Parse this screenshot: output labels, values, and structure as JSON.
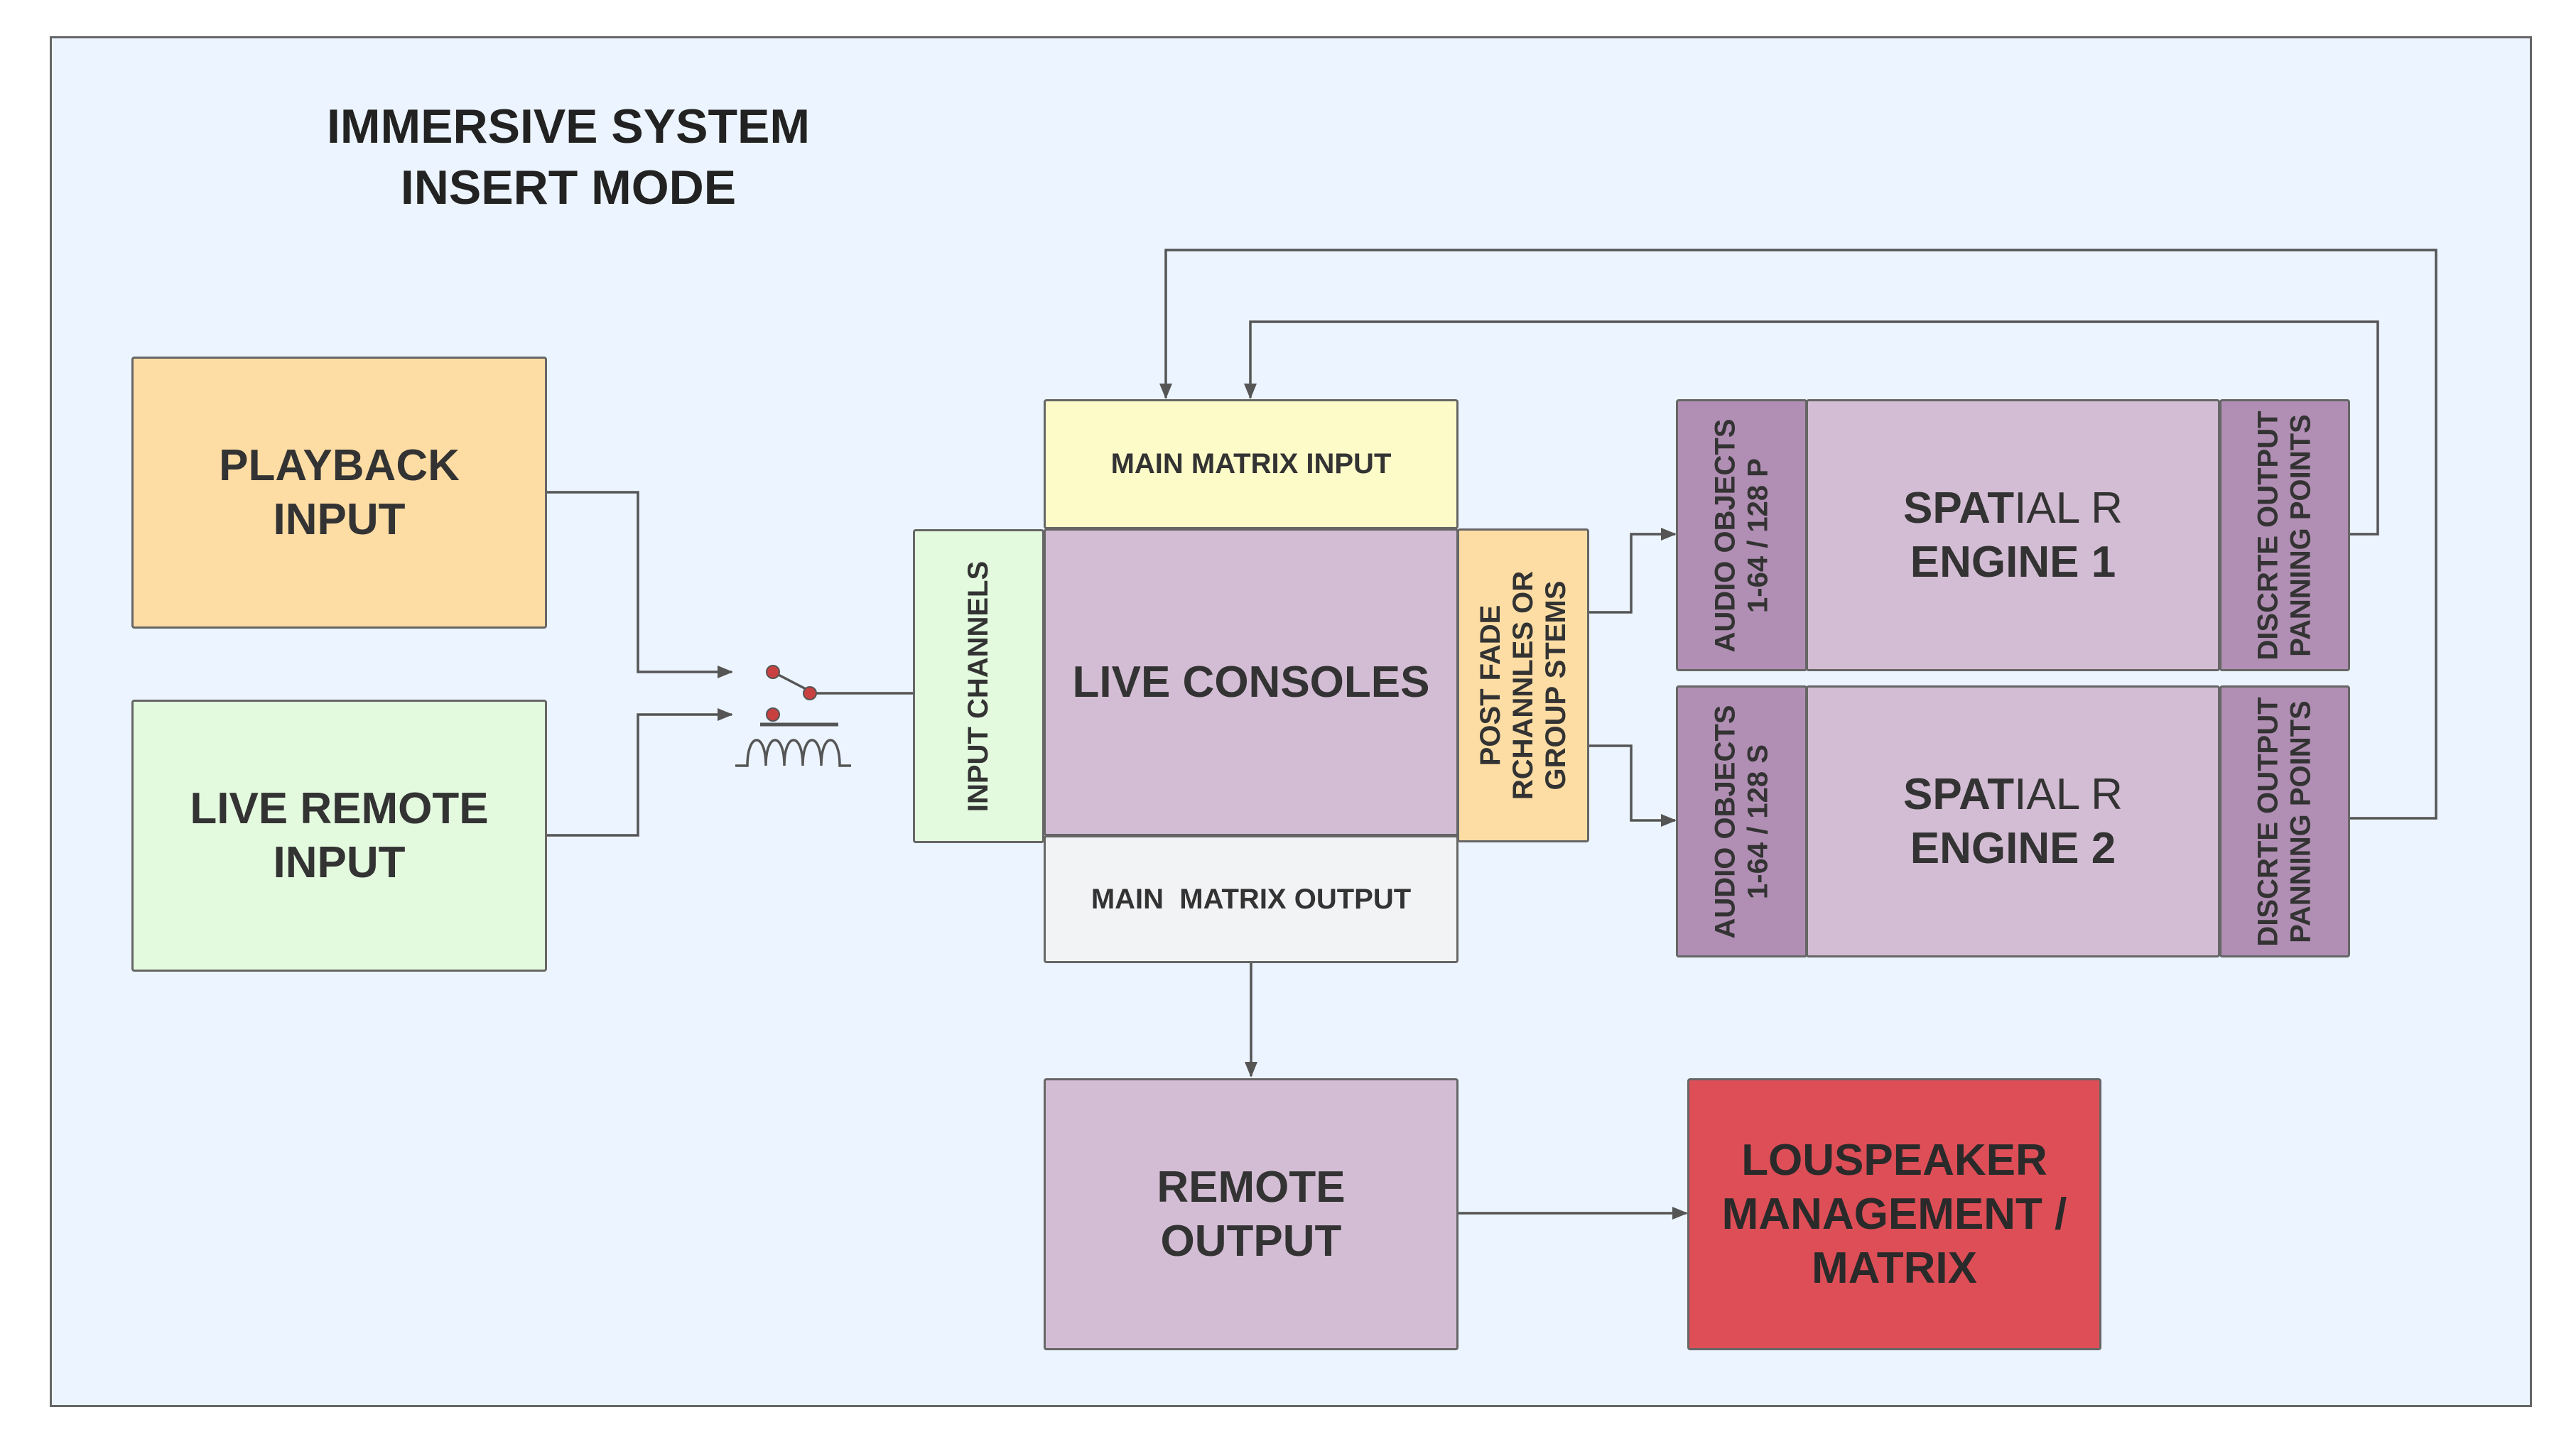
{
  "title": {
    "line1": "IMMERSIVE SYSTEM",
    "line2": "INSERT MODE"
  },
  "inputs": {
    "playback": {
      "line1": "PLAYBACK",
      "line2": "INPUT"
    },
    "live_remote": {
      "line1": "LIVE REMOTE",
      "line2": "INPUT"
    }
  },
  "console": {
    "main_matrix_input": "MAIN MATRIX INPUT",
    "input_channels": "INPUT CHANNELS",
    "live_consoles": "LIVE CONSOLES",
    "post_fade": {
      "line1": "POST FADE",
      "line2": "RCHANNLES OR",
      "line3": "GROUP STEMS"
    },
    "main_matrix_output": "MAIN  MATRIX OUTPUT"
  },
  "engines": [
    {
      "audio_objects": {
        "line1": "AUDIO OBJECTS",
        "line2": "1-64 / 128 P"
      },
      "name": {
        "bold": "SPAT",
        "light": "IAL R",
        "line2": "ENGINE 1"
      },
      "discrete": {
        "line1": "DISCRTE OUTPUT",
        "line2": "PANNING POINTS"
      }
    },
    {
      "audio_objects": {
        "line1": "AUDIO OBJECTS",
        "line2": "1-64 / 128 S"
      },
      "name": {
        "bold": "SPAT",
        "light": "IAL R",
        "line2": "ENGINE 2"
      },
      "discrete": {
        "line1": "DISCRTE OUTPUT",
        "line2": "PANNING POINTS"
      }
    }
  ],
  "remote_output": {
    "line1": "REMOTE",
    "line2": "OUTPUT"
  },
  "loudspeaker": {
    "line1": "LOUSPEAKER",
    "line2": "MANAGEMENT /",
    "line3": "MATRIX"
  },
  "colors": {
    "background": "#ecf4ff",
    "playback": "#fddda4",
    "live_remote": "#e3fadf",
    "main_matrix_input": "#fdfbc8",
    "input_channels": "#e3fadf",
    "console": "#d3bdd4",
    "post_fade": "#fddda4",
    "main_matrix_output": "#f2f3f5",
    "engine_side": "#b18fb4",
    "engine_core": "#d3bdd4",
    "remote_output": "#d3bdd4",
    "loudspeaker": "#de4e57",
    "switch_dot": "#c94040"
  }
}
